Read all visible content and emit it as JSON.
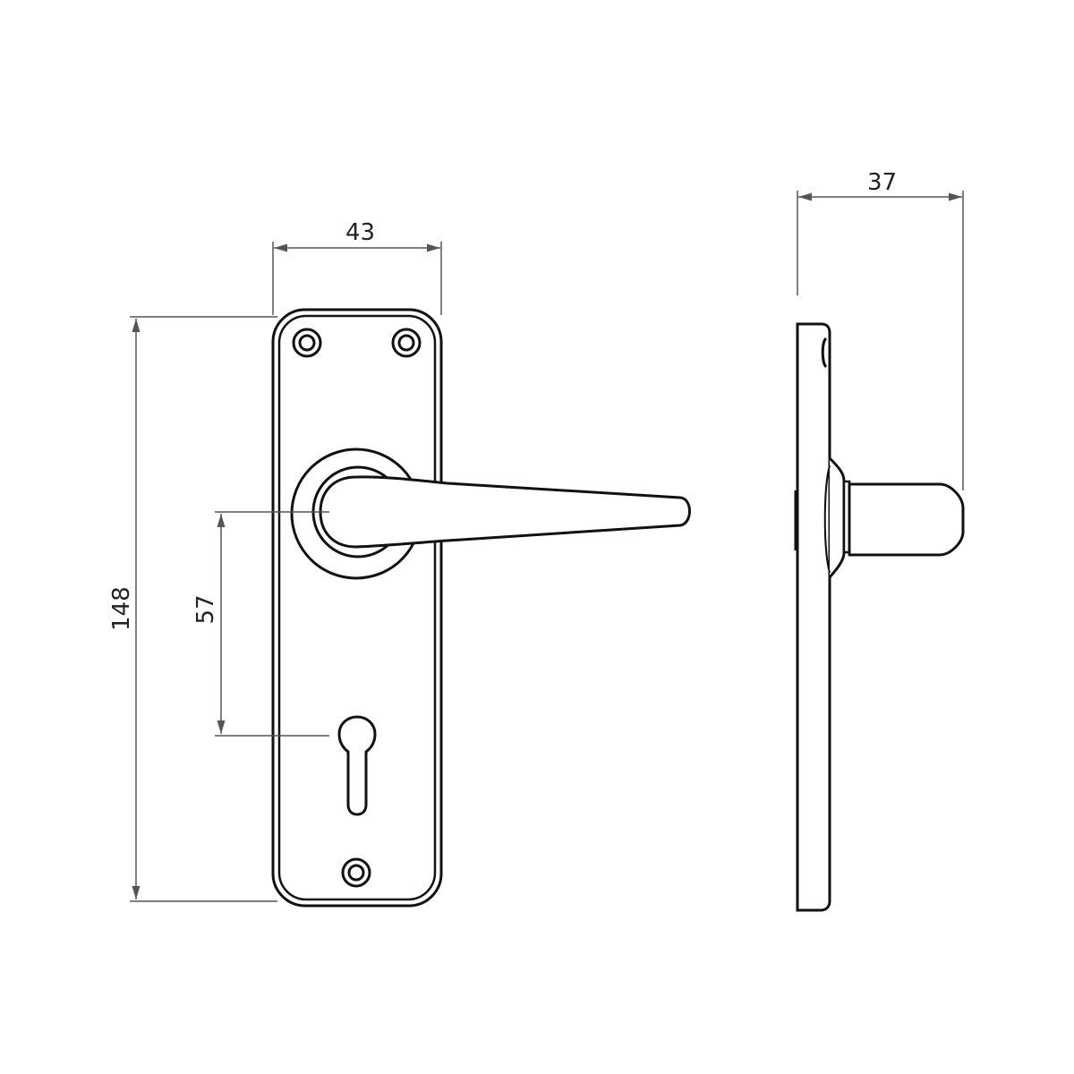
{
  "drawing": {
    "subject": "Lever door handle on backplate with keyhole — front and side elevation",
    "line_color": "#111111",
    "dim_line_color": "#555555",
    "background": "#ffffff"
  },
  "dimensions": {
    "plate_width": "43",
    "plate_height": "148",
    "lever_to_keyhole": "57",
    "projection_depth": "37"
  },
  "views": [
    {
      "name": "front-view",
      "features": [
        "backplate",
        "screw-hole-top-left",
        "screw-hole-top-right",
        "screw-hole-bottom",
        "rose",
        "lever",
        "keyhole"
      ]
    },
    {
      "name": "side-view",
      "features": [
        "backplate-edge",
        "rose-profile",
        "lever-end-profile"
      ]
    }
  ]
}
